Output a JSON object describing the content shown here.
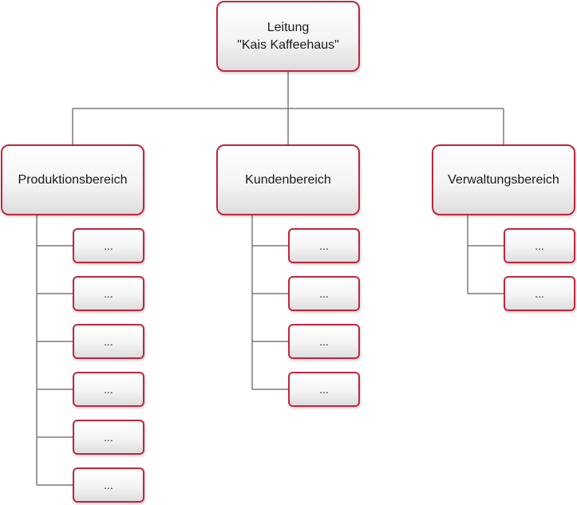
{
  "root": {
    "line1": "Leitung",
    "line2": "\"Kais Kaffeehaus\""
  },
  "departments": [
    {
      "label": "Produktionsbereich",
      "children": [
        "...",
        "...",
        "...",
        "...",
        "...",
        "..."
      ]
    },
    {
      "label": "Kundenbereich",
      "children": [
        "...",
        "...",
        "...",
        "..."
      ]
    },
    {
      "label": "Verwaltungsbereich",
      "children": [
        "...",
        "..."
      ]
    }
  ],
  "colors": {
    "border": "#c0263e",
    "connector": "#7a7a7a"
  }
}
